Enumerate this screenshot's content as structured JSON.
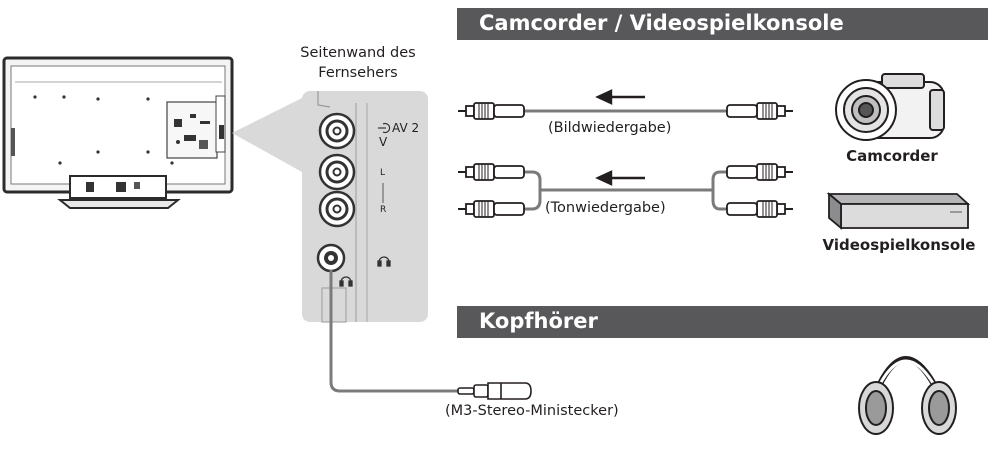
{
  "sections": {
    "camcorder_header": "Camcorder / Videospielkonsole",
    "headphone_header": "Kopfhörer"
  },
  "panel": {
    "title_line1": "Seitenwand des",
    "title_line2": "Fernsehers",
    "av2_label": "AV 2",
    "v_label": "V",
    "l_label": "L",
    "r_label": "R"
  },
  "cables": {
    "video_caption": "(Bildwiedergabe)",
    "audio_caption": "(Tonwiedergabe)",
    "headphone_caption": "(M3-Stereo-Ministecker)"
  },
  "devices": {
    "camcorder": "Camcorder",
    "console": "Videospielkonsole"
  },
  "colors": {
    "band": "#58585a",
    "cable": "#7b7b7d",
    "panel": "#d9d9da",
    "tv_body": "#3a3a3c"
  }
}
